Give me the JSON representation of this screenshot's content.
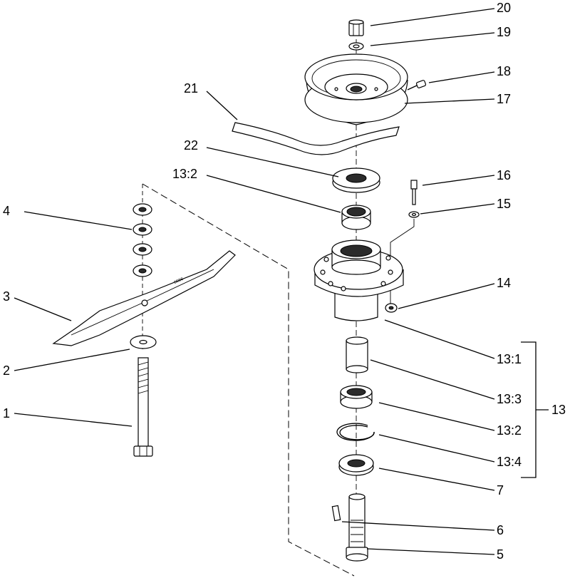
{
  "labels": {
    "l20": "20",
    "l19": "19",
    "l18": "18",
    "l21": "21",
    "l17": "17",
    "l22": "22",
    "l13_2a": "13:2",
    "l16": "16",
    "l4": "4",
    "l15": "15",
    "l3": "3",
    "l14": "14",
    "l13_1": "13:1",
    "l2": "2",
    "l13_3": "13:3",
    "l13": "13",
    "l1": "1",
    "l13_2b": "13:2",
    "l13_4": "13:4",
    "l7": "7",
    "l6": "6",
    "l5": "5"
  },
  "blade_stamp": "ssss"
}
